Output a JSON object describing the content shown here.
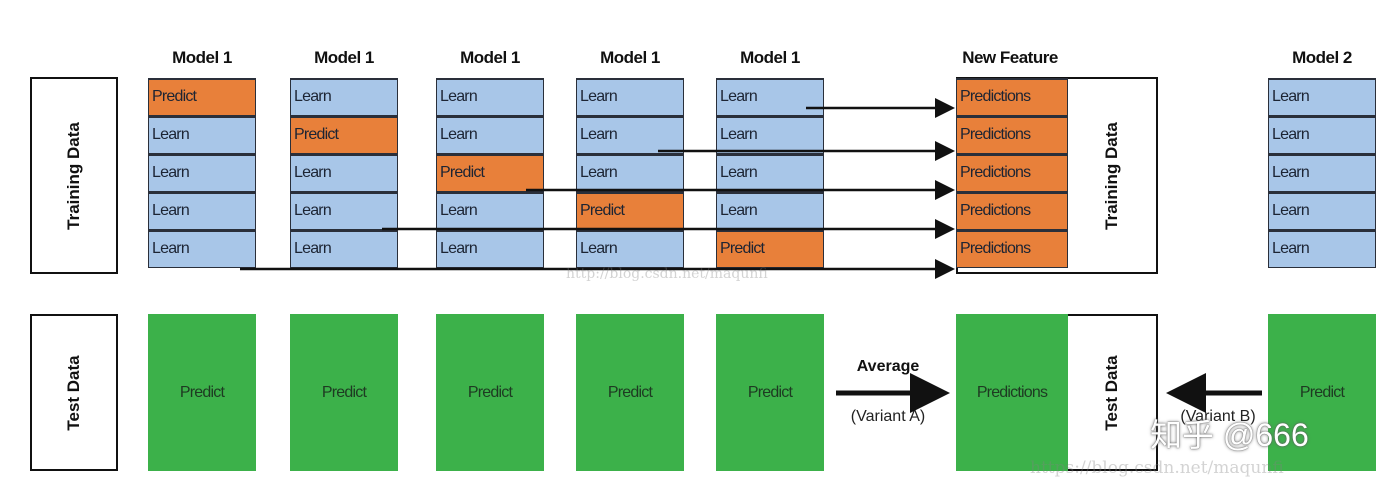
{
  "headers": {
    "model1": [
      "Model 1",
      "Model 1",
      "Model 1",
      "Model 1",
      "Model 1"
    ],
    "new_feature": "New Feature",
    "model2": "Model 2"
  },
  "labels": {
    "training_data": "Training Data",
    "test_data": "Test Data"
  },
  "folds": [
    [
      "Learn",
      "Learn",
      "Learn",
      "Learn",
      "Predict"
    ],
    [
      "Learn",
      "Learn",
      "Learn",
      "Predict",
      "Learn"
    ],
    [
      "Learn",
      "Learn",
      "Predict",
      "Learn",
      "Learn"
    ],
    [
      "Learn",
      "Predict",
      "Learn",
      "Learn",
      "Learn"
    ],
    [
      "Predict",
      "Learn",
      "Learn",
      "Learn",
      "Learn"
    ]
  ],
  "new_feature_cells": [
    "Predictions",
    "Predictions",
    "Predictions",
    "Predictions",
    "Predictions"
  ],
  "model2_cells": [
    "Learn",
    "Learn",
    "Learn",
    "Learn",
    "Learn"
  ],
  "test_predict": [
    "Predict",
    "Predict",
    "Predict",
    "Predict",
    "Predict"
  ],
  "test_predictions": "Predictions",
  "model2_test_predict": "Predict",
  "average": {
    "title": "Average",
    "variant_a": "(Variant A)",
    "variant_b": "(Variant B)"
  },
  "watermarks": {
    "zhihu": "知乎 @666",
    "url_bottom": "https://blog.csdn.net/maqunfi",
    "url_middle": "http://blog.csdn.net/maqunfi"
  },
  "colors": {
    "learn": "#a8c6e8",
    "predict": "#e8803a",
    "test": "#3cb14a"
  }
}
